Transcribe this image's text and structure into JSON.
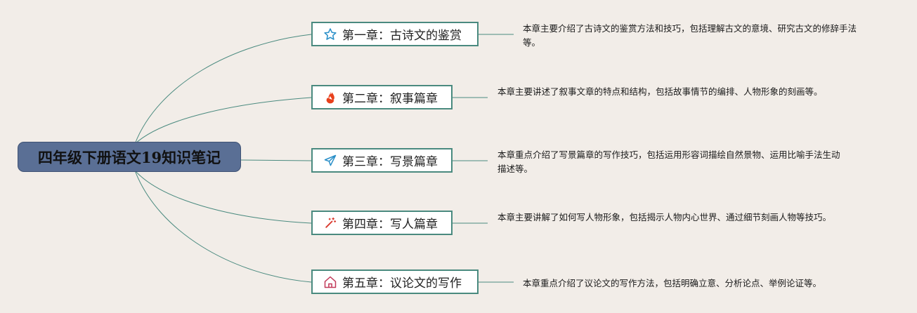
{
  "root": {
    "title": "四年级下册语文19知识笔记"
  },
  "colors": {
    "background": "#f2ede8",
    "root_fill": "#5a6f95",
    "connector": "#4a8a7f",
    "node_border": "#4a8a7f"
  },
  "chapters": [
    {
      "title": "第一章：古诗文的鉴赏",
      "icon": "star-icon",
      "description": "本章主要介绍了古诗文的鉴赏方法和技巧，包括理解古文的意境、研究古文的修辞手法等。"
    },
    {
      "title": "第二章：叙事篇章",
      "icon": "flame-icon",
      "description": "本章主要讲述了叙事文章的特点和结构，包括故事情节的编排、人物形象的刻画等。"
    },
    {
      "title": "第三章：写景篇章",
      "icon": "paper-plane-icon",
      "description": "本章重点介绍了写景篇章的写作技巧，包括运用形容词描绘自然景物、运用比喻手法生动描述等。"
    },
    {
      "title": "第四章：写人篇章",
      "icon": "magic-wand-icon",
      "description": "本章主要讲解了如何写人物形象，包括揭示人物内心世界、通过细节刻画人物等技巧。"
    },
    {
      "title": "第五章：议论文的写作",
      "icon": "house-icon",
      "description": "本章重点介绍了议论文的写作方法，包括明确立意、分析论点、举例论证等。"
    }
  ]
}
